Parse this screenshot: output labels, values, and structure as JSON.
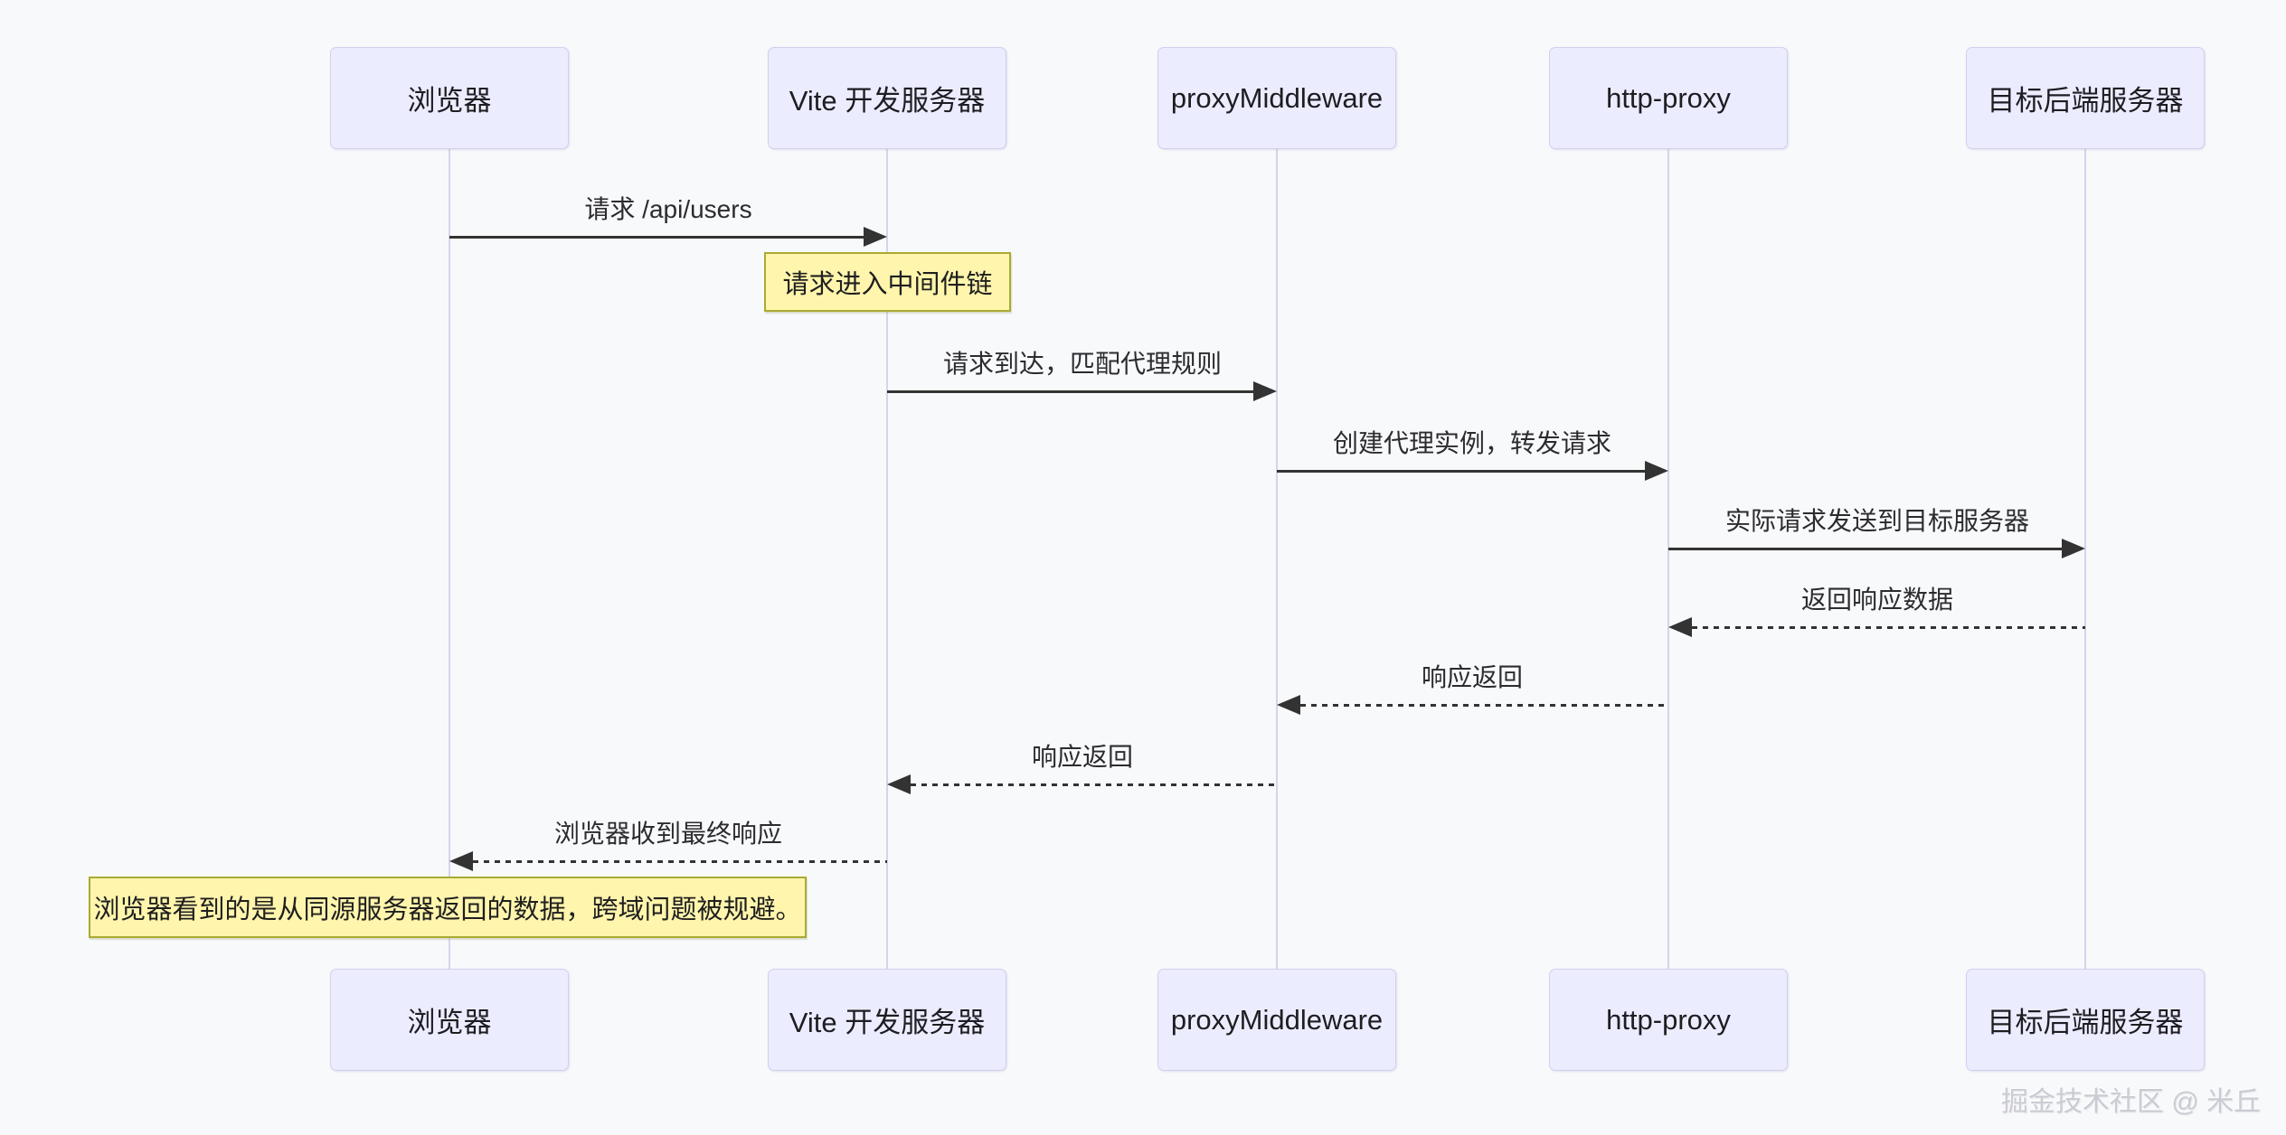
{
  "diagram": {
    "type": "sequence",
    "participants": [
      {
        "id": "browser",
        "label": "浏览器"
      },
      {
        "id": "vite-dev-server",
        "label": "Vite 开发服务器"
      },
      {
        "id": "proxy-middleware",
        "label": "proxyMiddleware"
      },
      {
        "id": "http-proxy",
        "label": "http-proxy"
      },
      {
        "id": "target-backend",
        "label": "目标后端服务器"
      }
    ],
    "messages": [
      {
        "from": "浏览器",
        "to": "Vite 开发服务器",
        "style": "solid",
        "label": "请求 /api/users"
      },
      {
        "from": "Vite 开发服务器",
        "to": "proxyMiddleware",
        "style": "solid",
        "label": "请求到达，匹配代理规则"
      },
      {
        "from": "proxyMiddleware",
        "to": "http-proxy",
        "style": "solid",
        "label": "创建代理实例，转发请求"
      },
      {
        "from": "http-proxy",
        "to": "目标后端服务器",
        "style": "solid",
        "label": "实际请求发送到目标服务器"
      },
      {
        "from": "目标后端服务器",
        "to": "http-proxy",
        "style": "dashed",
        "label": "返回响应数据"
      },
      {
        "from": "http-proxy",
        "to": "proxyMiddleware",
        "style": "dashed",
        "label": "响应返回"
      },
      {
        "from": "proxyMiddleware",
        "to": "Vite 开发服务器",
        "style": "dashed",
        "label": "响应返回"
      },
      {
        "from": "Vite 开发服务器",
        "to": "浏览器",
        "style": "dashed",
        "label": "浏览器收到最终响应"
      }
    ],
    "notes": [
      {
        "over": "Vite 开发服务器",
        "text": "请求进入中间件链"
      },
      {
        "over": "浏览器",
        "text": "浏览器看到的是从同源服务器返回的数据，跨域问题被规避。"
      }
    ],
    "colors": {
      "background": "#f8f9fb",
      "actor_fill": "#ECECFF",
      "actor_border": "#d2d0ee",
      "lifeline": "#d6d4ea",
      "arrow": "#333333",
      "note_fill": "#fff5ad",
      "note_border": "#aaaa33",
      "text": "#2b2b30",
      "watermark_text_color": "#cbcbd3"
    }
  },
  "watermark": {
    "text": "掘金技术社区 @ 米丘"
  }
}
